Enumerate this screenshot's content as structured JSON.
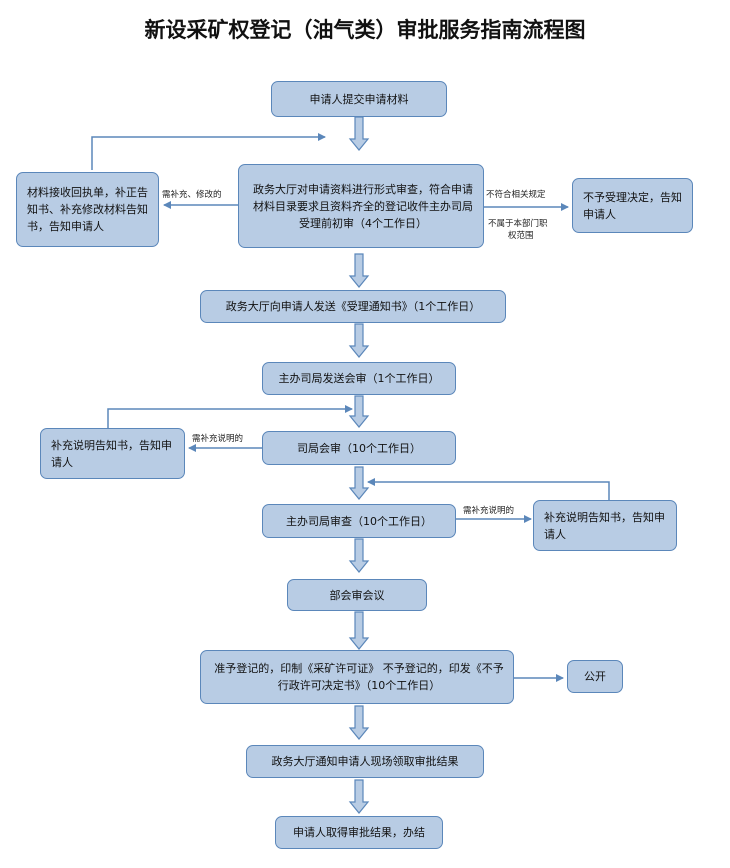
{
  "title": "新设采矿权登记（油气类）审批服务指南流程图",
  "nodes": {
    "submit": "申请人提交申请材料",
    "form_review": "政务大厅对申请资料进行形式审查，符合申请材料目录要求且资料齐全的登记收件主办司局受理前初审（4个工作日）",
    "material_receipt": "材料接收回执单，补正告知书、补充修改材料告知书，告知申请人",
    "not_accept": "不予受理决定，告知申请人",
    "acceptance_notice": "政务大厅向申请人发送《受理通知书》（1个工作日）",
    "send_joint_review": "主办司局发送会审（1个工作日）",
    "joint_review": "司局会审（10个工作日）",
    "supplement_left": "补充说明告知书，告知申请人",
    "lead_review": "主办司局审查（10个工作日）",
    "supplement_right": "补充说明告知书，告知申请人",
    "ministry_meeting": "部会审会议",
    "decision": "准予登记的，印制《采矿许可证》 不予登记的，印发《不予行政许可决定书》（10个工作日）",
    "publicity": "公开",
    "notify": "政务大厅通知申请人现场领取审批结果",
    "finish": "申请人取得审批结果，办结"
  },
  "edge_labels": {
    "need_supplement_modify": "需补充、修改的",
    "non_compliant": "不符合相关规定",
    "out_of_scope_1": "不属于本部门职",
    "out_of_scope_2": "权范围",
    "need_explain_left": "需补充说明的",
    "need_explain_right": "需补充说明的"
  },
  "colors": {
    "box_fill": "#b8cce4",
    "box_border": "#5b87ba",
    "arrow": "#5b87ba"
  }
}
